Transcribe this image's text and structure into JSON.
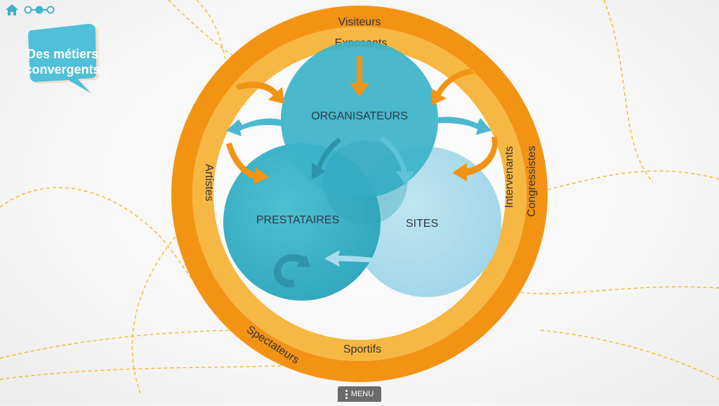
{
  "title": "Des métiers convergents",
  "menu_label": "MENU",
  "nav": {
    "home_icon": "home-icon",
    "steps_icon": "steps-icon"
  },
  "outer_ring": {
    "labels": {
      "top": "Visiteurs",
      "right": "Congressistes",
      "bottom_left": "Spectateurs"
    }
  },
  "inner_ring": {
    "labels": {
      "top": "Exposants",
      "left": "Artistes",
      "right": "Intervenants",
      "bottom": "Sportifs"
    }
  },
  "circles": {
    "organisateurs": "ORGANISATEURS",
    "prestataires": "PRESTATAIRES",
    "sites": "SITES"
  },
  "colors": {
    "outer_ring": "#f39314",
    "inner_ring": "#f7b743",
    "teal": "#3bb3c9",
    "teal_dark": "#2ea0b6",
    "light_blue": "#a9dcec",
    "bubble": "#4fc0d8",
    "dashed_line": "#f4b82a",
    "home_icon": "#3bb3c9"
  }
}
